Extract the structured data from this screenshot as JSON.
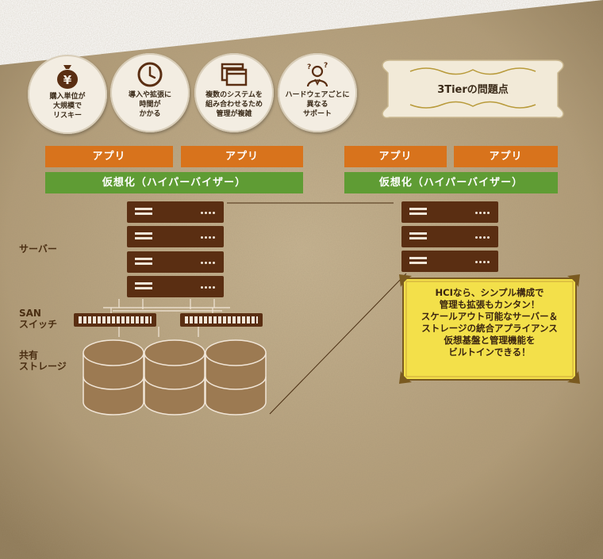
{
  "problems": {
    "title": "3Tierの問題点",
    "items": [
      {
        "icon": "yen-bag-icon",
        "text": "購入単位が\n大規模で\nリスキー"
      },
      {
        "icon": "clock-icon",
        "text": "導入や拡張に\n時間が\nかかる"
      },
      {
        "icon": "windows-icon",
        "text": "複数のシステムを\n組み合わせるため\n管理が複雑"
      },
      {
        "icon": "confused-person-icon",
        "text": "ハードウェアごとに\n異なる\nサポート"
      }
    ]
  },
  "stack": {
    "app_label": "アプリ",
    "virtualization_label": "仮想化（ハイパーバイザー）"
  },
  "labels": {
    "server": "サーバー",
    "switch": "SAN\nスイッチ",
    "storage": "共有\nストレージ"
  },
  "hci_note": "HCIなら、シンプル構成で\n管理も拡張もカンタン！\nスケールアウト可能なサーバー＆\nストレージの統合アプライアンス\n仮想基盤と管理機能を\nビルトインできる！",
  "colors": {
    "app": "#d8731c",
    "virtualization": "#5f9c34",
    "server": "#5a2e12",
    "note": "#f3e04a",
    "parchment": "#b6a07c"
  }
}
